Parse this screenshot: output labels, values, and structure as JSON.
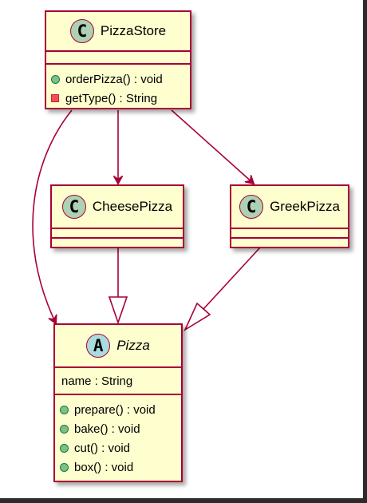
{
  "classes": {
    "pizza_store": {
      "stereotype": "C",
      "name": "PizzaStore",
      "methods": [
        {
          "visibility": "public",
          "label": "orderPizza() : void"
        },
        {
          "visibility": "private",
          "label": "getType() : String"
        }
      ]
    },
    "cheese_pizza": {
      "stereotype": "C",
      "name": "CheesePizza"
    },
    "greek_pizza": {
      "stereotype": "C",
      "name": "GreekPizza"
    },
    "pizza": {
      "stereotype": "A",
      "name": "Pizza",
      "abstract": true,
      "fields": [
        {
          "label": "name : String"
        }
      ],
      "methods": [
        {
          "visibility": "public",
          "label": "prepare() : void"
        },
        {
          "visibility": "public",
          "label": "bake() : void"
        },
        {
          "visibility": "public",
          "label": "cut() : void"
        },
        {
          "visibility": "public",
          "label": "box() : void"
        }
      ]
    }
  },
  "relations": [
    {
      "from": "PizzaStore",
      "to": "CheesePizza",
      "kind": "association"
    },
    {
      "from": "PizzaStore",
      "to": "GreekPizza",
      "kind": "association"
    },
    {
      "from": "PizzaStore",
      "to": "Pizza",
      "kind": "association"
    },
    {
      "from": "CheesePizza",
      "to": "Pizza",
      "kind": "inheritance"
    },
    {
      "from": "GreekPizza",
      "to": "Pizza",
      "kind": "inheritance"
    }
  ],
  "colors": {
    "border": "#a80036",
    "class_fill": "#fefece",
    "class_badge": "#add1b2",
    "abstract_badge": "#a9dcdf",
    "public_marker": "#84be84",
    "private_marker": "#f24d5c"
  }
}
